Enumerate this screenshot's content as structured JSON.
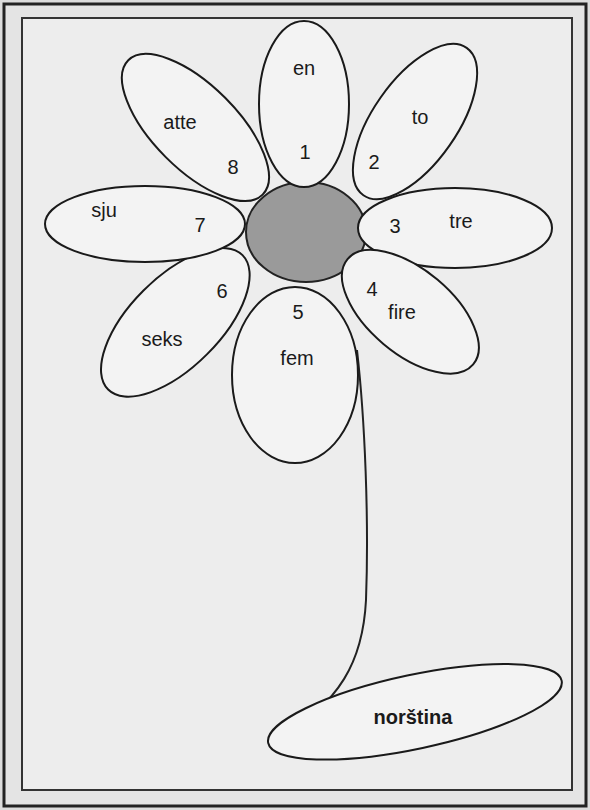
{
  "diagram": {
    "nodes": [
      {
        "text": [
          "en",
          "1"
        ]
      },
      {
        "text": [
          "to",
          "2"
        ]
      },
      {
        "text": [
          "tre",
          "3"
        ]
      },
      {
        "text": [
          "fire",
          "4"
        ]
      },
      {
        "text": [
          "fem",
          "5"
        ]
      },
      {
        "text": [
          "seks",
          "6"
        ]
      },
      {
        "text": [
          "sju",
          "7"
        ]
      },
      {
        "text": [
          "atte",
          "8"
        ]
      },
      {
        "text": [
          "norština"
        ]
      }
    ]
  }
}
